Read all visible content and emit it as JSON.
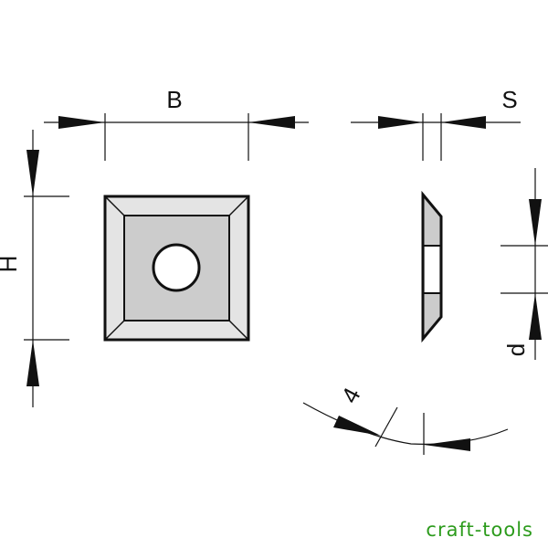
{
  "labels": {
    "width": "B",
    "thickness": "S",
    "height": "H",
    "hole": "d",
    "angle": "4"
  },
  "logo": {
    "text": "craft-tools",
    "color": "#2c9b1c"
  },
  "colors": {
    "line": "#111111",
    "face": "#cccccc",
    "bevel": "#e4e4e4",
    "hole": "#ffffff"
  }
}
